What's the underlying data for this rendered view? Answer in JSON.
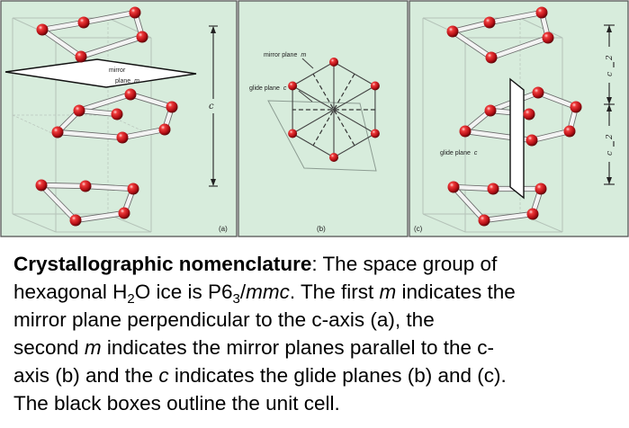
{
  "figure": {
    "panel_a": {
      "label": "(a)",
      "plane_label_1": "mirror",
      "plane_label_2": "plane",
      "plane_label_symbol": "m",
      "axis_label": "c"
    },
    "panel_b": {
      "label": "(b)",
      "mirror_label": "mirror plane",
      "mirror_symbol": "m",
      "glide_label": "glide plane",
      "glide_symbol": "c"
    },
    "panel_c": {
      "label": "(c)",
      "glide_label": "glide plane",
      "glide_symbol": "c",
      "half_c_num": "c",
      "half_c_den": "2"
    }
  },
  "caption": {
    "title": "Crystallographic nomenclature",
    "l1_after_title": ": The space group of",
    "l2_a": "hexagonal H",
    "l2_sub1": "2",
    "l2_b": "O ice is P6",
    "l2_sub2": "3",
    "l2_c": "/",
    "l2_mmc": "mmc",
    "l2_d": ". The first ",
    "l2_m": "m",
    "l2_e": " indicates the",
    "l3": "mirror plane perpendicular  to the c-axis (a), the",
    "l4_a": "second ",
    "l4_m": "m",
    "l4_b": " indicates the mirror planes parallel to the c-",
    "l5_a": "axis (b) and the ",
    "l5_c": "c",
    "l5_b": " indicates the glide planes (b) and (c).",
    "l6": "The black boxes outline the unit cell."
  },
  "colors": {
    "panel_bg": "#d7ecdc",
    "atom": "#c8141c",
    "bond": "#f3f3f3",
    "plane": "#ffffff"
  }
}
